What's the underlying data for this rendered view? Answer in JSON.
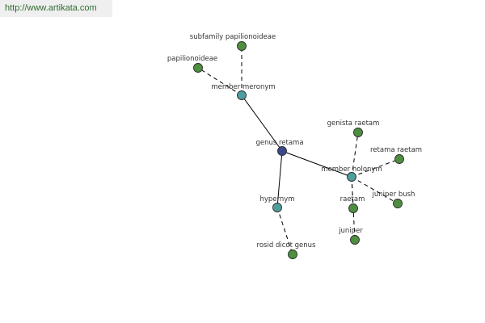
{
  "watermark": {
    "text": "http://www.artikata.com"
  },
  "colors": {
    "center": "#3d4a8a",
    "relation": "#4f9e9e",
    "leaf": "#4e8f3f"
  },
  "graph": {
    "nodes": [
      {
        "id": "genus-retama",
        "label": "genus retama",
        "kind": "center"
      },
      {
        "id": "member-meronym",
        "label": "member meronym",
        "kind": "relation"
      },
      {
        "id": "member-holonym",
        "label": "member holonym",
        "kind": "relation"
      },
      {
        "id": "hypernym",
        "label": "hypernym",
        "kind": "relation"
      },
      {
        "id": "subfamily-papilionoideae",
        "label": "subfamily papilionoideae",
        "kind": "leaf"
      },
      {
        "id": "papilionoideae",
        "label": "papilionoideae",
        "kind": "leaf"
      },
      {
        "id": "genista-raetam",
        "label": "genista raetam",
        "kind": "leaf"
      },
      {
        "id": "retama-raetam",
        "label": "retama raetam",
        "kind": "leaf"
      },
      {
        "id": "juniper-bush",
        "label": "juniper bush",
        "kind": "leaf"
      },
      {
        "id": "raetam",
        "label": "raetam",
        "kind": "leaf"
      },
      {
        "id": "juniper",
        "label": "juniper",
        "kind": "leaf"
      },
      {
        "id": "rosid-dicot-genus",
        "label": "rosid dicot genus",
        "kind": "leaf"
      }
    ],
    "edges": [
      {
        "from": "genus-retama",
        "to": "member-meronym",
        "style": "solid"
      },
      {
        "from": "genus-retama",
        "to": "member-holonym",
        "style": "solid"
      },
      {
        "from": "genus-retama",
        "to": "hypernym",
        "style": "solid"
      },
      {
        "from": "member-meronym",
        "to": "subfamily-papilionoideae",
        "style": "dashed"
      },
      {
        "from": "member-meronym",
        "to": "papilionoideae",
        "style": "dashed"
      },
      {
        "from": "member-holonym",
        "to": "genista-raetam",
        "style": "dashed"
      },
      {
        "from": "member-holonym",
        "to": "retama-raetam",
        "style": "dashed"
      },
      {
        "from": "member-holonym",
        "to": "juniper-bush",
        "style": "dashed"
      },
      {
        "from": "member-holonym",
        "to": "raetam",
        "style": "dashed"
      },
      {
        "from": "member-holonym",
        "to": "juniper",
        "style": "dashed"
      },
      {
        "from": "hypernym",
        "to": "rosid-dicot-genus",
        "style": "dashed"
      }
    ]
  }
}
